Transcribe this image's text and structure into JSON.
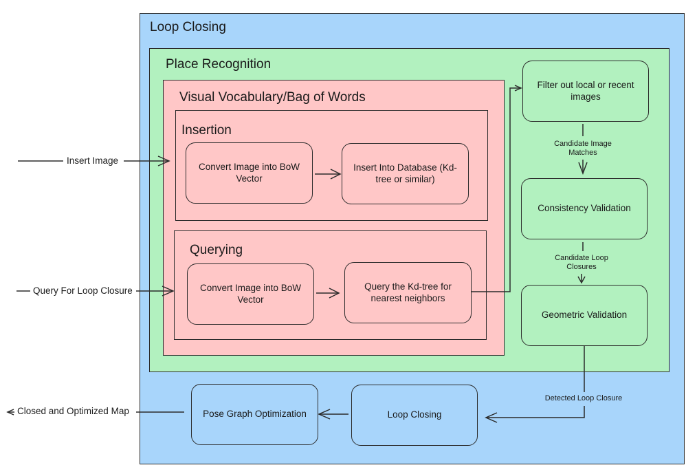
{
  "containers": {
    "loop_closing": "Loop Closing",
    "place_recognition": "Place Recognition",
    "bag_of_words": "Visual Vocabulary/Bag of Words",
    "insertion": "Insertion",
    "querying": "Querying"
  },
  "nodes": {
    "convert_insert": "Convert Image into BoW Vector",
    "insert_db": "Insert Into Database (Kd-tree or similar)",
    "convert_query": "Convert Image into BoW Vector",
    "query_kd": "Query the Kd-tree for nearest neighbors",
    "filter": "Filter out local or recent images",
    "consistency": "Consistency Validation",
    "geometric": "Geometric Validation",
    "loop_closing_step": "Loop Closing",
    "pose_graph": "Pose Graph Optimization"
  },
  "edge_labels": {
    "candidate_image": "Candidate Image Matches",
    "candidate_loop": "Candidate Loop Closures",
    "detected_loop": "Detected Loop Closure"
  },
  "io": {
    "insert_image": "Insert Image",
    "query_loop": "Query For Loop Closure",
    "closed_map": "Closed and Optimized Map"
  },
  "colors": {
    "loop_closing_fill": "#a8d5fb",
    "place_recognition_fill": "#b2f1bf",
    "bag_of_words_fill": "#ffc7c7",
    "stroke": "#2b2b2b"
  }
}
